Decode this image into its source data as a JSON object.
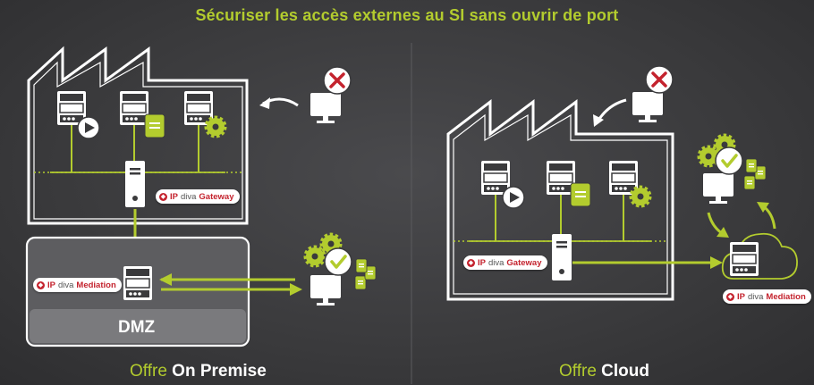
{
  "title": "Sécuriser les accès externes au SI sans ouvrir de port",
  "left_panel": {
    "offer_prefix": "Offre",
    "offer_name": "On Premise",
    "dmz_label": "DMZ",
    "gateway_badge": {
      "ip": "IP",
      "diva": "diva",
      "product": "Gateway"
    },
    "mediation_badge": {
      "ip": "IP",
      "diva": "diva",
      "product": "Mediation"
    }
  },
  "right_panel": {
    "offer_prefix": "Offre",
    "offer_name": "Cloud",
    "gateway_badge": {
      "ip": "IP",
      "diva": "diva",
      "product": "Gateway"
    },
    "mediation_badge": {
      "ip": "IP",
      "diva": "diva",
      "product": "Mediation"
    }
  },
  "colors": {
    "accent_green": "#b3cc2e",
    "deny_red": "#c4232e",
    "outline_white": "#ffffff"
  },
  "icons": [
    "server-icon",
    "play-icon",
    "document-icon",
    "gear-icon",
    "monitor-icon",
    "cross-bubble-icon",
    "check-bubble-icon",
    "cloud-icon",
    "factory-icon",
    "curved-arrow-icon"
  ]
}
